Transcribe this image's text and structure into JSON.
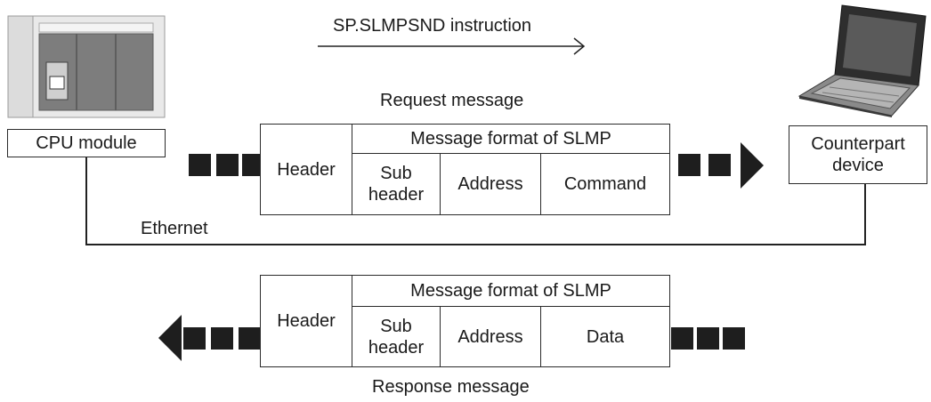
{
  "instruction_label": "SP.SLMPSND instruction",
  "request": {
    "title": "Request message",
    "header": "Header",
    "format_title": "Message format of SLMP",
    "subheader": "Sub\nheader",
    "address": "Address",
    "last_field": "Command"
  },
  "response": {
    "title": "Response message",
    "header": "Header",
    "format_title": "Message format of SLMP",
    "subheader": "Sub\nheader",
    "address": "Address",
    "last_field": "Data"
  },
  "cpu_label": "CPU module",
  "counterpart_label": "Counterpart\ndevice",
  "network_label": "Ethernet",
  "icons": {
    "plc": "plc-module-icon",
    "laptop": "laptop-icon"
  },
  "colors": {
    "line": "#222222",
    "arrow": "#1e1e1e",
    "plc_body": "#7d7d7d",
    "laptop_body": "#4a4a4a"
  }
}
